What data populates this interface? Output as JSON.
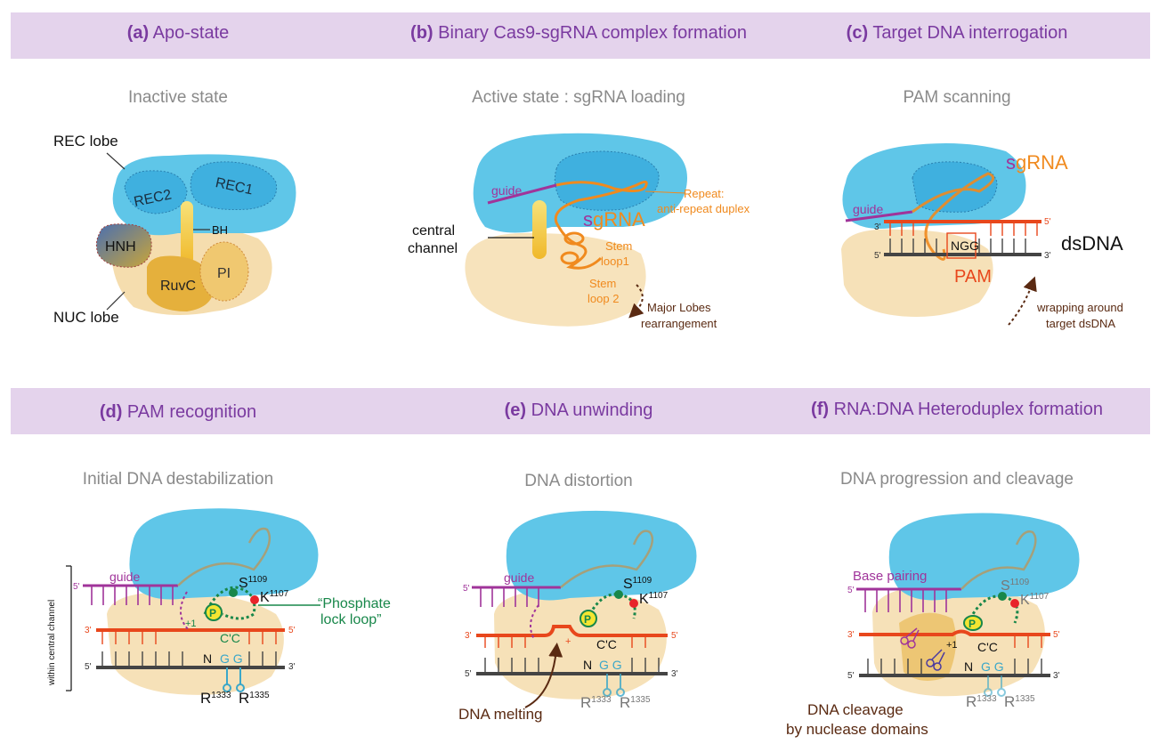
{
  "colors": {
    "banner": "#e4d3ec",
    "title": "#7a3aa0",
    "subtitle": "#8a8a8a",
    "rec": "#5fc6e8",
    "nuc": "#f3d7a0",
    "ruvc": "#e5b03c",
    "sgrna": "#f08a1e",
    "guide": "#a0349a",
    "target": "#e8471c",
    "dna": "#4a4a4a",
    "phospho": "#18874a",
    "arg": "#3aa7c9"
  },
  "panels": [
    {
      "letter": "(a)",
      "title": "Apo-state",
      "subtitle": "Inactive state"
    },
    {
      "letter": "(b)",
      "title": "Binary Cas9-sgRNA complex formation",
      "subtitle": "Active state : sgRNA loading"
    },
    {
      "letter": "(c)",
      "title": "Target DNA interrogation",
      "subtitle": "PAM scanning"
    },
    {
      "letter": "(d)",
      "title": "PAM recognition",
      "subtitle": "Initial DNA destabilization"
    },
    {
      "letter": "(e)",
      "title": "DNA unwinding",
      "subtitle": "DNA distortion"
    },
    {
      "letter": "(f)",
      "title": "RNA:DNA Heteroduplex formation",
      "subtitle": "DNA progression and cleavage"
    }
  ],
  "labels": {
    "a": {
      "rec_lobe": "REC lobe",
      "rec2": "REC2",
      "rec1": "REC1",
      "bh": "BH",
      "hnh": "HNH",
      "ruvc": "RuvC",
      "pi": "PI",
      "nuc_lobe": "NUC lobe"
    },
    "b": {
      "guide": "guide",
      "repeat_1": "Repeat:",
      "repeat_2": "anti-repeat duplex",
      "sg_s": "s",
      "sg_grna": "gRNA",
      "central_1": "central",
      "central_2": "channel",
      "stem1_1": "Stem",
      "stem1_2": "loop1",
      "stem2_1": "Stem",
      "stem2_2": "loop 2",
      "major_1": "Major Lobes",
      "major_2": "rearrangement"
    },
    "c": {
      "sg_s": "s",
      "sg_grna": "gRNA",
      "guide": "guide",
      "three": "3'",
      "five": "5'",
      "ngg": "NGG",
      "dsdna": "dsDNA",
      "pam": "PAM",
      "wrap_1": "wrapping around",
      "wrap_2": "target dsDNA"
    },
    "d": {
      "side": "within central channel",
      "five": "5'",
      "guide": "guide",
      "s": "S",
      "s_sup": "1109",
      "k": "K",
      "k_sup": "1107",
      "lock_1": "“Phosphate",
      "lock_2": "lock loop”",
      "three": "3'",
      "p": "P",
      "plus1": "+1",
      "cc": "C'C",
      "n": "N",
      "gg": "G G",
      "r": "R",
      "r1_sup": "1333",
      "r2_sup": "1335"
    },
    "e": {
      "five": "5'",
      "guide": "guide",
      "s": "S",
      "s_sup": "1109",
      "k": "K",
      "k_sup": "1107",
      "three": "3'",
      "p": "P",
      "plus": "+",
      "cc": "C'C",
      "n": "N",
      "gg": "G G",
      "r": "R",
      "r1_sup": "1333",
      "r2_sup": "1335",
      "melting": "DNA melting"
    },
    "f": {
      "base_pairing": "Base pairing",
      "five": "5'",
      "s": "S",
      "s_sup": "1109",
      "k": "K",
      "k_sup": "1107",
      "three": "3'",
      "p": "P",
      "plus1": "+1",
      "cc": "C'C",
      "n": "N",
      "gg": "G G",
      "r": "R",
      "r1_sup": "1333",
      "r2_sup": "1335",
      "cleave_1": "DNA cleavage",
      "cleave_2": "by nuclease domains"
    }
  }
}
